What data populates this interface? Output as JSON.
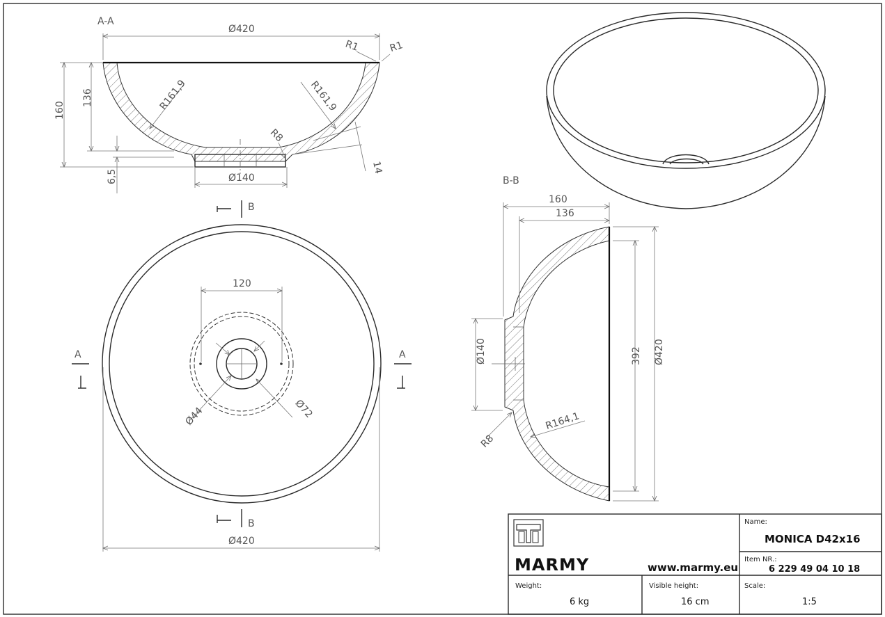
{
  "sections": {
    "aa": "A-A",
    "bb": "B-B",
    "a_marker": "A",
    "b_marker": "B"
  },
  "dims": {
    "aa_dia420": "Ø420",
    "aa_r1_left": "R1",
    "aa_r1_right": "R1",
    "aa_160": "160",
    "aa_136": "136",
    "aa_r161_left": "R161,9",
    "aa_r161_right": "R161,9",
    "aa_r8": "R8",
    "aa_14": "14",
    "aa_65": "6,5",
    "aa_dia140": "Ø140",
    "top_120": "120",
    "top_dia44": "Ø44",
    "top_dia72": "Ø72",
    "top_dia420": "Ø420",
    "bb_160": "160",
    "bb_136": "136",
    "bb_dia140": "Ø140",
    "bb_392": "392",
    "bb_dia420": "Ø420",
    "bb_r8": "R8",
    "bb_r164": "R164,1"
  },
  "title_block": {
    "brand": "MARMY",
    "website": "www.marmy.eu",
    "name_label": "Name:",
    "name_value": "MONICA D42x16",
    "item_label": "Item NR.:",
    "item_value": "6 229 49 04 10 18",
    "weight_label": "Weight:",
    "weight_value": "6 kg",
    "visible_height_label": "Visible height:",
    "visible_height_value": "16 cm",
    "scale_label": "Scale:",
    "scale_value": "1:5"
  },
  "icons": {
    "logo": "marmy-logo-icon"
  }
}
